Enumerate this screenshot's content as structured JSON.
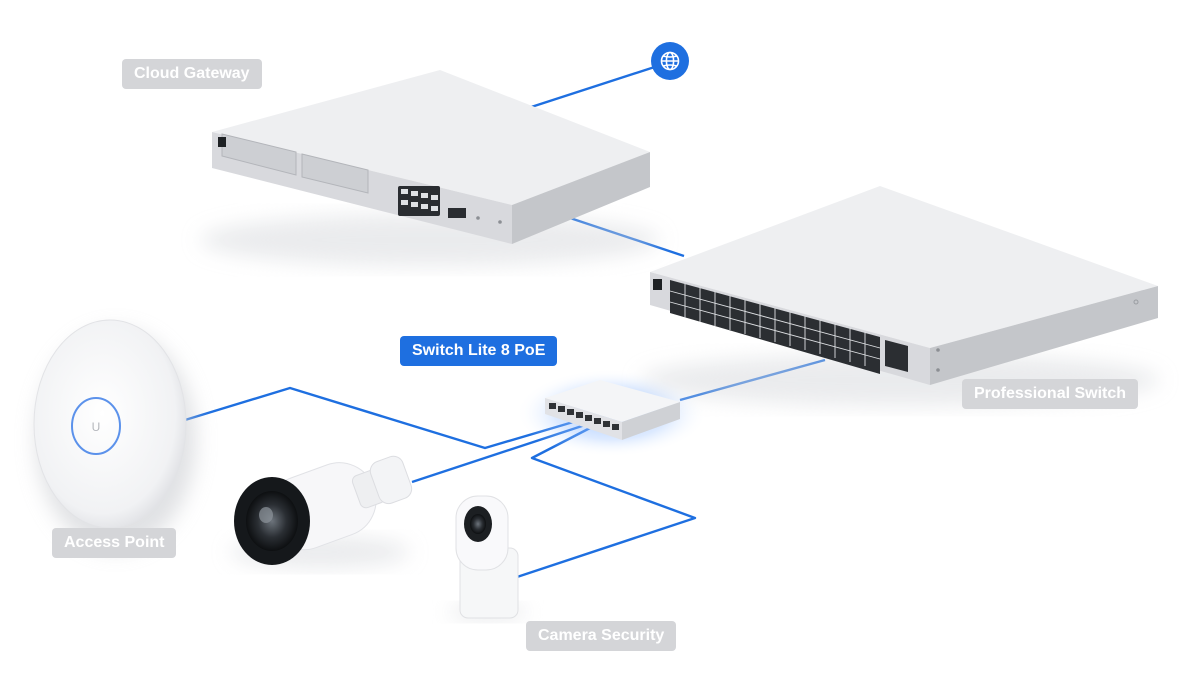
{
  "diagram": {
    "accent_color": "#1e6fe0",
    "label_bg_color": "#d4d5d8",
    "device_body_color": "#e6e7ea",
    "internet_icon": "globe-icon",
    "labels": {
      "cloud_gateway": "Cloud Gateway",
      "professional_switch": "Professional Switch",
      "switch_lite": "Switch Lite 8 PoE",
      "access_point": "Access Point",
      "camera_security": "Camera Security"
    },
    "connections": [
      {
        "from": "Internet",
        "to": "Cloud Gateway"
      },
      {
        "from": "Cloud Gateway",
        "to": "Professional Switch"
      },
      {
        "from": "Professional Switch",
        "to": "Switch Lite 8 PoE"
      },
      {
        "from": "Switch Lite 8 PoE",
        "to": "Access Point"
      },
      {
        "from": "Switch Lite 8 PoE",
        "to": "Camera Security"
      }
    ]
  }
}
